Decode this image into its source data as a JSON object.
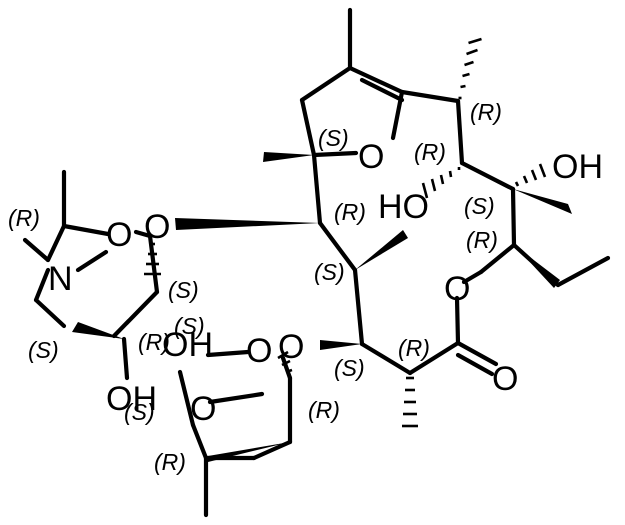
{
  "atoms": {
    "o_furan": "O",
    "oh_right": "OH",
    "ho_center": "HO",
    "o_ester_ring": "O",
    "o_carbonyl": "O",
    "o_glyco_top": "O",
    "o_oxazine": "O",
    "n_oxazine": "N",
    "oh_sugar1": "OH",
    "o_glyco_mid": "O",
    "o_sugar2_ring": "O",
    "oh_sugar2": "OH",
    "o_methoxy": "O"
  },
  "stereo_labels": {
    "s_furan": "(S)",
    "r_top": "(R)",
    "r_hoC": "(R)",
    "s_ohC": "(S)",
    "r_esterC": "(R)",
    "r_c_ring": "(R)",
    "s_mid": "(S)",
    "s_glyco": "(S)",
    "r_alpha": "(R)",
    "r_oxazine_top": "(R)",
    "s_sugar1_a": "(S)",
    "s_sugar1_b": "(S)",
    "r_sugar1": "(R)",
    "s_sugar2_top": "(S)",
    "s_sugar2_low": "(S)",
    "r_sugar2_low": "(R)",
    "r_sugar2_anom": "(R)"
  }
}
